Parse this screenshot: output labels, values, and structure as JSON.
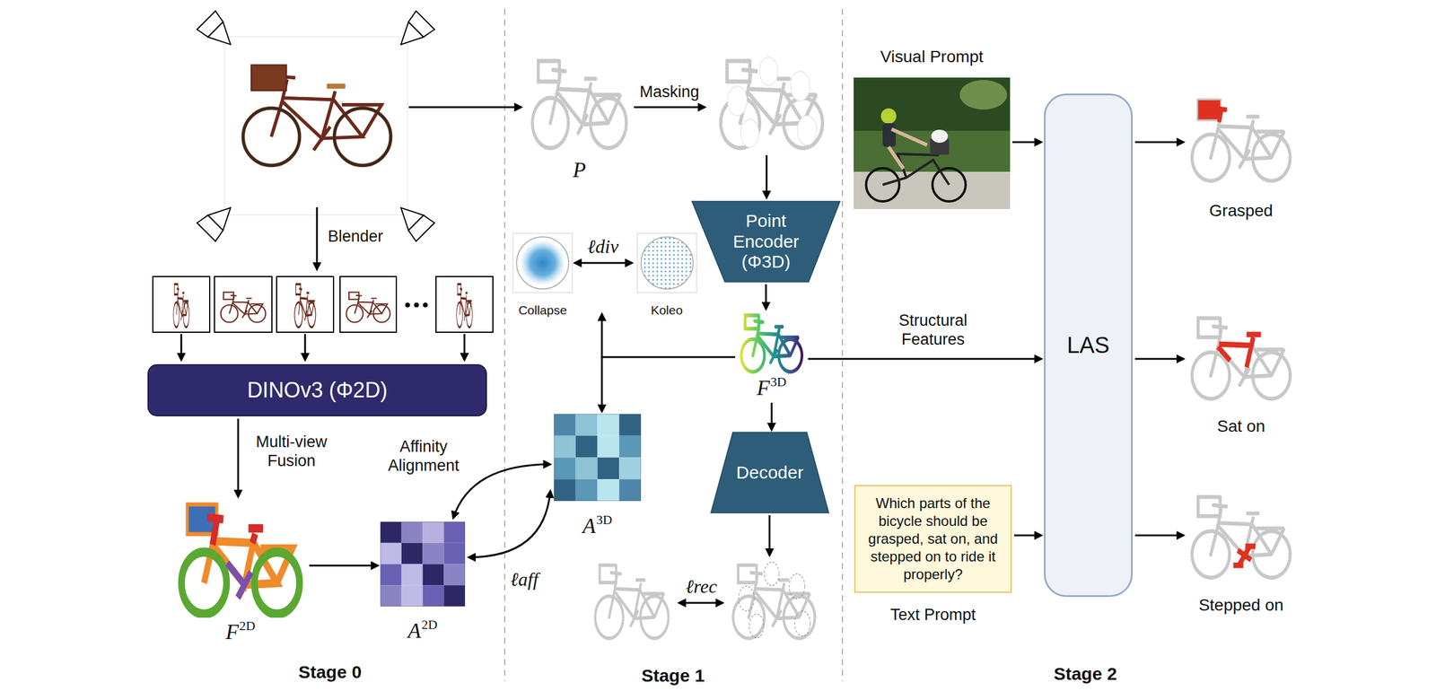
{
  "diagram": {
    "nodes": [
      {
        "text": [
          "DINOv3 (Φ2D)"
        ]
      },
      {
        "text": [
          "F",
          "2D"
        ]
      },
      {
        "text": [
          "A",
          "2D"
        ]
      },
      {
        "text": [
          "P"
        ]
      },
      {
        "text": [
          "Point Encoder",
          "(Φ3D)"
        ]
      },
      {
        "text": [
          "Collapse"
        ]
      },
      {
        "text": [
          "Koleo"
        ]
      },
      {
        "text": [
          "F",
          "3D"
        ]
      },
      {
        "text": [
          "A",
          "3D"
        ]
      },
      {
        "text": [
          "Decoder"
        ]
      },
      {
        "text": [
          "Visual Prompt"
        ]
      },
      {
        "text": [
          "LAS"
        ]
      },
      {
        "text": [
          "Which parts of the bicycle should be grasped, sat on, and stepped on to ride it properly?",
          "Text Prompt"
        ]
      },
      {
        "text": [
          "Grasped"
        ]
      },
      {
        "text": [
          "Sat on"
        ]
      },
      {
        "text": [
          "Stepped on"
        ]
      }
    ],
    "edges": [
      {
        "from": 0,
        "to": 1,
        "arrow": "to",
        "label": "Multi-view Fusion"
      },
      {
        "from": 1,
        "to": 2,
        "arrow": "to"
      },
      {
        "from": 2,
        "to": 8,
        "arrow": "both",
        "label": "Affinity Alignment"
      },
      {
        "from": 2,
        "to": 8,
        "arrow": "both",
        "label": "ℓaff"
      },
      {
        "from": 5,
        "to": 6,
        "arrow": "both",
        "label": "ℓdiv"
      },
      {
        "from": 4,
        "to": 7,
        "arrow": "to"
      },
      {
        "from": 7,
        "to": 9,
        "arrow": "to"
      },
      {
        "from": 7,
        "to": 8,
        "arrow": "to"
      },
      {
        "from": 10,
        "to": 11,
        "arrow": "to"
      },
      {
        "from": 7,
        "to": 11,
        "arrow": "to",
        "label": "Structural Features"
      },
      {
        "from": 12,
        "to": 11,
        "arrow": "to"
      },
      {
        "from": 11,
        "to": 13,
        "arrow": "to"
      },
      {
        "from": 11,
        "to": 14,
        "arrow": "to"
      },
      {
        "from": 11,
        "to": 15,
        "arrow": "to"
      }
    ],
    "labels": [
      "Blender",
      "Masking",
      "ℓrec",
      "Stage 0",
      "Stage 1",
      "Stage 2"
    ]
  }
}
